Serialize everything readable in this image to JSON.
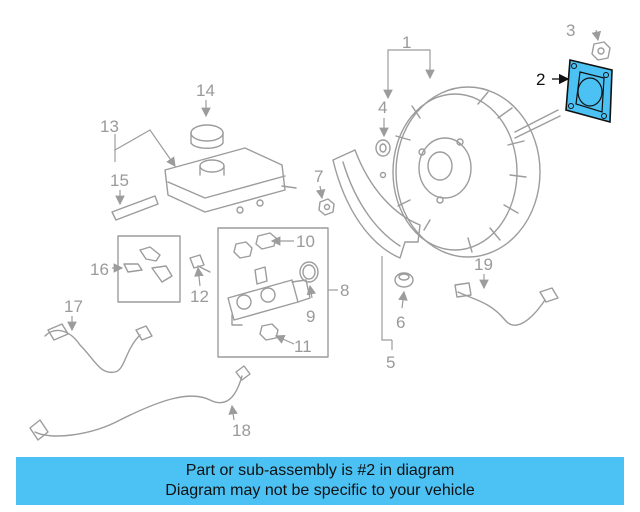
{
  "diagram": {
    "highlight_color": "#4cc1f4",
    "callouts": [
      {
        "label": "1"
      },
      {
        "label": "2"
      },
      {
        "label": "3"
      },
      {
        "label": "4"
      },
      {
        "label": "5"
      },
      {
        "label": "6"
      },
      {
        "label": "7"
      },
      {
        "label": "8"
      },
      {
        "label": "9"
      },
      {
        "label": "10"
      },
      {
        "label": "11"
      },
      {
        "label": "12"
      },
      {
        "label": "13"
      },
      {
        "label": "14"
      },
      {
        "label": "15"
      },
      {
        "label": "16"
      },
      {
        "label": "17"
      },
      {
        "label": "18"
      },
      {
        "label": "19"
      }
    ]
  },
  "banner": {
    "line1": "Part or sub-assembly is #2 in diagram",
    "line2": "Diagram may not be specific to your vehicle",
    "background": "#4cc1f4"
  }
}
